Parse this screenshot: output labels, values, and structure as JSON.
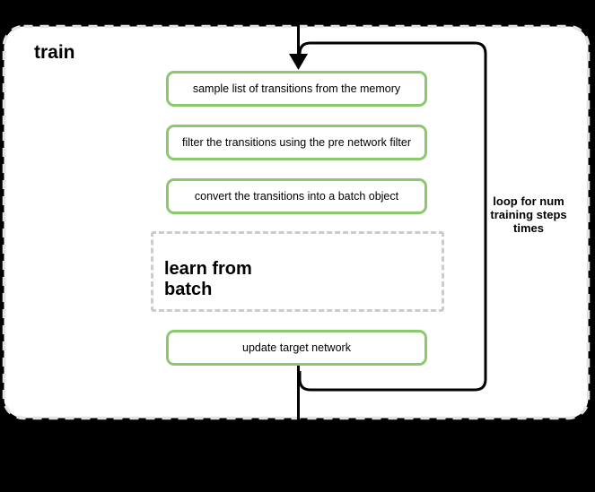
{
  "diagram": {
    "title": "train",
    "loop_label": "loop for num\ntraining steps\ntimes",
    "steps": [
      {
        "label": "sample list of transitions from the memory"
      },
      {
        "label": "filter the transitions using the pre network filter"
      },
      {
        "label": "convert the transitions into a batch object"
      }
    ],
    "subprocess": {
      "label": "learn from\nbatch"
    },
    "final_step": {
      "label": "update target network"
    },
    "icons": {
      "arrowhead": "down-arrowhead-icon"
    },
    "colors": {
      "background": "#000000",
      "container_fill": "#ffffff",
      "container_border": "#e3e3e3",
      "step_border": "#8cc86e",
      "subprocess_border": "#cccccc",
      "flow_line": "#000000"
    }
  }
}
